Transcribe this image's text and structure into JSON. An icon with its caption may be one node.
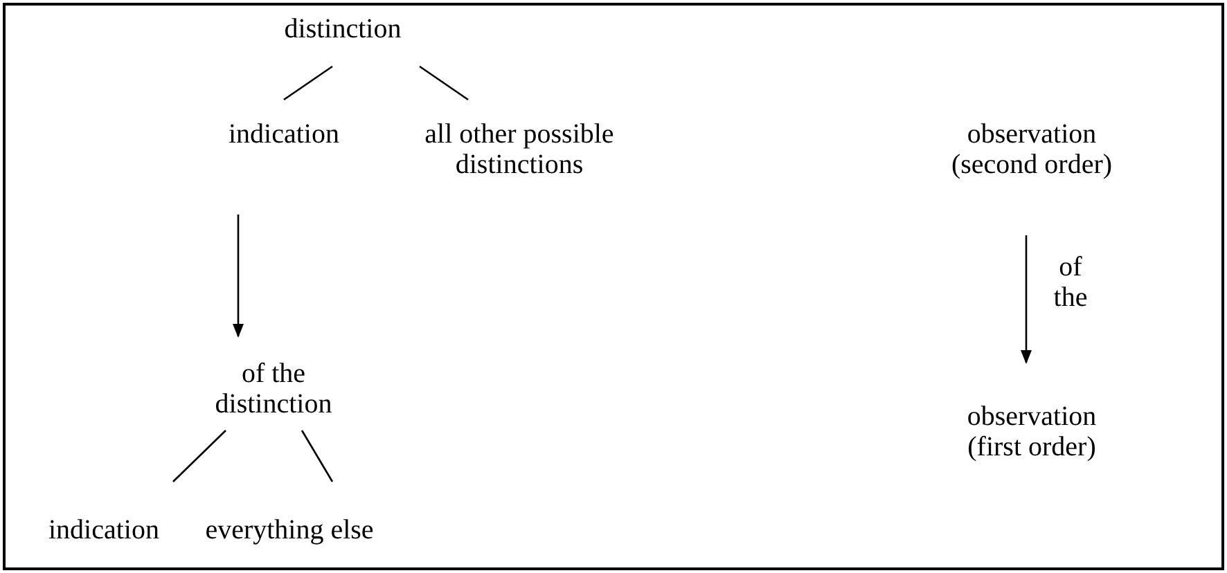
{
  "diagram": {
    "nodes": [
      {
        "text": [
          "distinction"
        ]
      },
      {
        "text": [
          "indication"
        ]
      },
      {
        "text": [
          "all other possible distinctions"
        ]
      },
      {
        "text": [
          "of the distinction"
        ]
      },
      {
        "text": [
          "indication"
        ]
      },
      {
        "text": [
          "everything else"
        ]
      },
      {
        "text": [
          "observation (second order)"
        ]
      },
      {
        "text": [
          "observation (first order)"
        ]
      }
    ],
    "edges": [
      {
        "from": 0,
        "to": 1,
        "arrow": "none"
      },
      {
        "from": 0,
        "to": 2,
        "arrow": "none"
      },
      {
        "from": 1,
        "to": 3,
        "arrow": "to"
      },
      {
        "from": 3,
        "to": 4,
        "arrow": "none"
      },
      {
        "from": 3,
        "to": 5,
        "arrow": "none"
      },
      {
        "from": 6,
        "to": 7,
        "arrow": "to",
        "label": "of the"
      }
    ]
  }
}
